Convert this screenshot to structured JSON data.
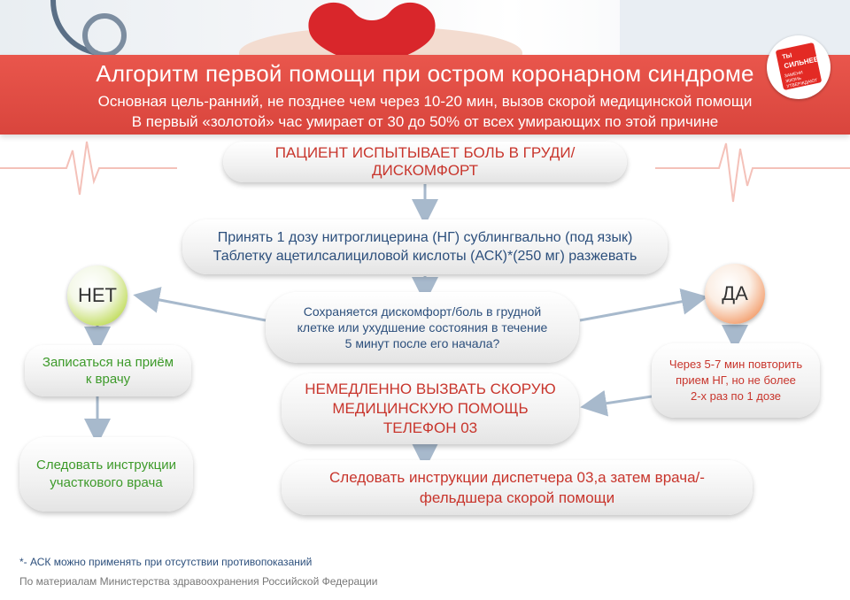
{
  "header": {
    "title": "Алгоритм первой помощи при остром коронарном синдроме",
    "subtitle_1": "Основная цель-ранний, не позднее чем через 10-20 мин, вызов скорой медицинской помощи",
    "subtitle_2": "В первый «золотой» час умирает от 30 до 50% от всех умирающих по этой причине"
  },
  "badge": {
    "line_1": "ТЫ",
    "line_2": "СИЛЬНЕЕ",
    "line_3": "ЗАМЕНИ ЖИЗНЬ УТВЕРЖДАЮТ"
  },
  "flow": {
    "step_pain": "ПАЦИЕНТ ИСПЫТЫВАЕТ БОЛЬ В ГРУДИ/ДИСКОМФОРТ",
    "step_medication": {
      "line_1": "Принять 1 дозу нитроглицерина (НГ) сублингвально (под язык)",
      "line_2": "Таблетку ацетилсалициловой кислоты (АСК)*(250 мг) разжевать"
    },
    "question": {
      "line_1": "Сохраняется дискомфорт/боль в грудной",
      "line_2": "клетке или ухудшение состояния в течение",
      "line_3": "5 минут после его начала?"
    },
    "answer_no": "НЕТ",
    "answer_yes": "ДА",
    "no_step_1": {
      "line_1": "Записаться на приём",
      "line_2": "к врачу"
    },
    "no_step_2": {
      "line_1": "Следовать инструкции",
      "line_2": "участкового врача"
    },
    "yes_step_1": {
      "line_1": "Через 5-7 мин повторить",
      "line_2": "прием НГ, но не более",
      "line_3": "2-х раз по 1 дозе"
    },
    "call_ambulance": {
      "line_1": "НЕМЕДЛЕННО ВЫЗВАТЬ СКОРУЮ",
      "line_2": "МЕДИЦИНСКУЮ ПОМОЩЬ",
      "line_3": "ТЕЛЕФОН 03"
    },
    "follow_dispatcher": {
      "line_1": "Следовать инструкции диспетчера 03,а затем врача/-",
      "line_2": "фельдшера скорой помощи"
    }
  },
  "footer": {
    "footnote": "*- АСК можно применять при отсутствии противопоказаний",
    "source": "По материалам Министерства здравоохранения Российской Федерации"
  },
  "colors": {
    "banner": "#d9453d",
    "text_dark": "#2c4f7c",
    "text_red": "#c8352c",
    "text_green": "#3d9a2a",
    "arrow": "#a7b9cc",
    "no_circle": "#7ebd2c",
    "yes_circle": "#e9683c"
  }
}
